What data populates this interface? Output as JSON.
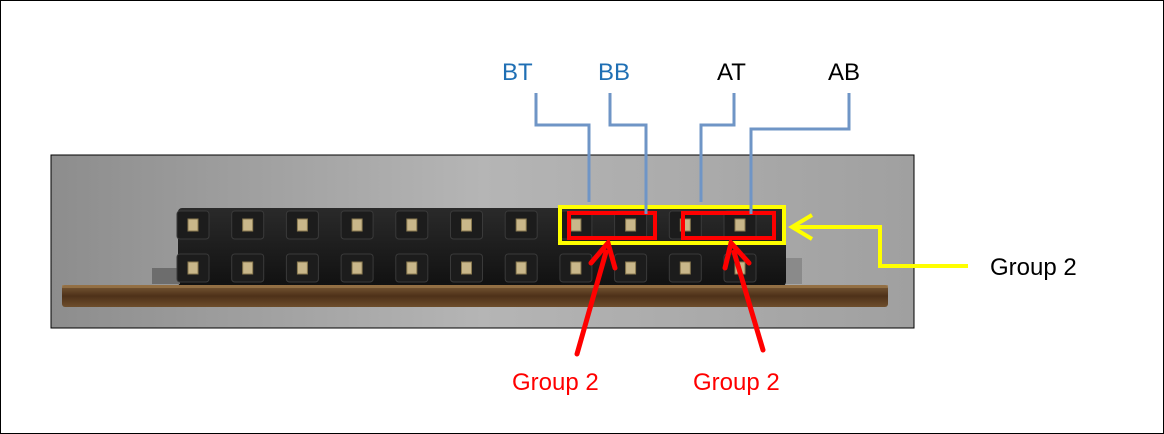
{
  "labels": {
    "bt": "BT",
    "bb": "BB",
    "at": "AT",
    "ab": "AB",
    "group_right": "Group 2",
    "group_bottom_left": "Group 2",
    "group_bottom_right": "Group 2"
  },
  "colors": {
    "blue_label": "#1f6fb4",
    "blue_line": "#6f95c6",
    "black_label": "#000000",
    "yellow": "#ffff00",
    "red": "#ff0000",
    "board": "#5a3a1f",
    "photo_bg": "#a8a8a8"
  },
  "pins": {
    "columns": 11,
    "rows": 2
  }
}
